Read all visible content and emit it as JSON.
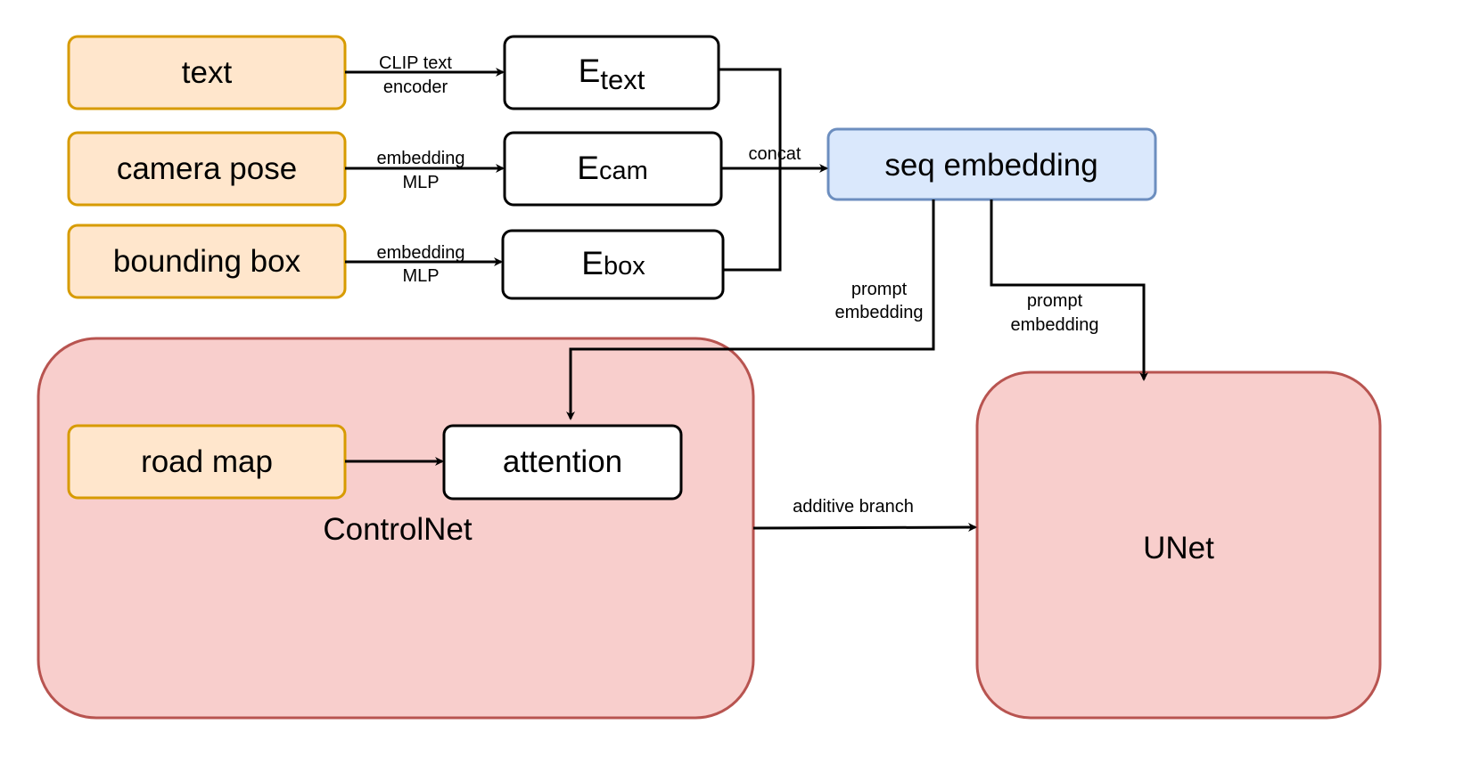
{
  "nodes": {
    "text": {
      "label": "text"
    },
    "camera_pose": {
      "label": "camera pose"
    },
    "bounding_box": {
      "label": "bounding box"
    },
    "e_text": {
      "main": "E",
      "sub": "text"
    },
    "e_cam": {
      "main": "E",
      "sub": "cam"
    },
    "e_box": {
      "main": "E",
      "sub": "box"
    },
    "seq_embedding": {
      "label": "seq embedding"
    },
    "road_map": {
      "label": "road map"
    },
    "attention": {
      "label": "attention"
    },
    "controlnet": {
      "label": "ControlNet"
    },
    "unet": {
      "label": "UNet"
    }
  },
  "edges": {
    "clip_encoder": {
      "line1": "CLIP text",
      "line2": "encoder"
    },
    "cam_mlp": {
      "line1": "embedding",
      "line2": "MLP"
    },
    "box_mlp": {
      "line1": "embedding",
      "line2": "MLP"
    },
    "concat": {
      "label": "concat"
    },
    "prompt_controlnet": {
      "line1": "prompt",
      "line2": "embedding"
    },
    "prompt_unet": {
      "line1": "prompt",
      "line2": "embedding"
    },
    "additive": {
      "label": "additive branch"
    }
  },
  "colors": {
    "input_fill": "#ffe6cc",
    "input_stroke": "#d79b00",
    "seq_fill": "#dae8fc",
    "seq_stroke": "#6c8ebf",
    "net_fill": "#f8cecc",
    "net_stroke": "#b85450"
  }
}
